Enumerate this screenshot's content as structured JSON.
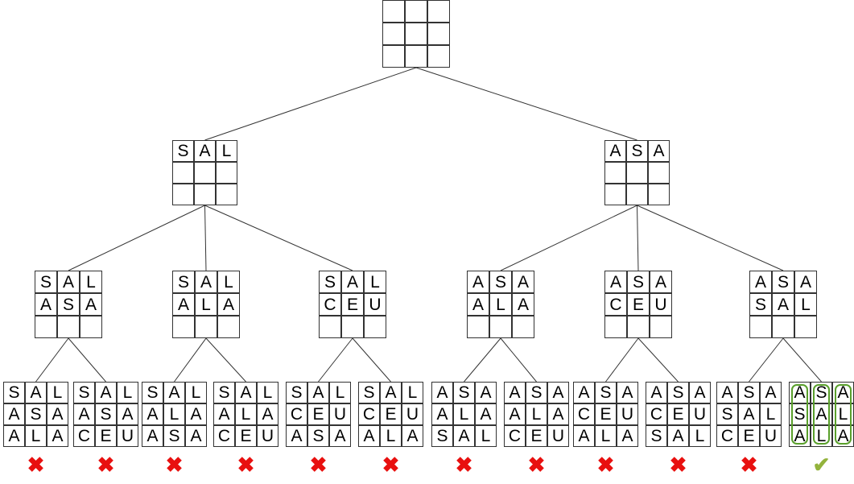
{
  "tree": {
    "root": {
      "rows": [
        [
          "",
          "",
          ""
        ],
        [
          "",
          "",
          ""
        ],
        [
          "",
          "",
          ""
        ]
      ]
    },
    "level1": [
      {
        "rows": [
          [
            "S",
            "A",
            "L"
          ],
          [
            "",
            "",
            ""
          ],
          [
            "",
            "",
            ""
          ]
        ]
      },
      {
        "rows": [
          [
            "A",
            "S",
            "A"
          ],
          [
            "",
            "",
            ""
          ],
          [
            "",
            "",
            ""
          ]
        ]
      }
    ],
    "level2": [
      {
        "rows": [
          [
            "S",
            "A",
            "L"
          ],
          [
            "A",
            "S",
            "A"
          ],
          [
            "",
            "",
            ""
          ]
        ]
      },
      {
        "rows": [
          [
            "S",
            "A",
            "L"
          ],
          [
            "A",
            "L",
            "A"
          ],
          [
            "",
            "",
            ""
          ]
        ]
      },
      {
        "rows": [
          [
            "S",
            "A",
            "L"
          ],
          [
            "C",
            "E",
            "U"
          ],
          [
            "",
            "",
            ""
          ]
        ]
      },
      {
        "rows": [
          [
            "A",
            "S",
            "A"
          ],
          [
            "A",
            "L",
            "A"
          ],
          [
            "",
            "",
            ""
          ]
        ]
      },
      {
        "rows": [
          [
            "A",
            "S",
            "A"
          ],
          [
            "C",
            "E",
            "U"
          ],
          [
            "",
            "",
            ""
          ]
        ]
      },
      {
        "rows": [
          [
            "A",
            "S",
            "A"
          ],
          [
            "S",
            "A",
            "L"
          ],
          [
            "",
            "",
            ""
          ]
        ]
      }
    ],
    "level3": [
      {
        "rows": [
          [
            "S",
            "A",
            "L"
          ],
          [
            "A",
            "S",
            "A"
          ],
          [
            "A",
            "L",
            "A"
          ]
        ],
        "result": "fail"
      },
      {
        "rows": [
          [
            "S",
            "A",
            "L"
          ],
          [
            "A",
            "S",
            "A"
          ],
          [
            "C",
            "E",
            "U"
          ]
        ],
        "result": "fail"
      },
      {
        "rows": [
          [
            "S",
            "A",
            "L"
          ],
          [
            "A",
            "L",
            "A"
          ],
          [
            "A",
            "S",
            "A"
          ]
        ],
        "result": "fail"
      },
      {
        "rows": [
          [
            "S",
            "A",
            "L"
          ],
          [
            "A",
            "L",
            "A"
          ],
          [
            "C",
            "E",
            "U"
          ]
        ],
        "result": "fail"
      },
      {
        "rows": [
          [
            "S",
            "A",
            "L"
          ],
          [
            "C",
            "E",
            "U"
          ],
          [
            "A",
            "S",
            "A"
          ]
        ],
        "result": "fail"
      },
      {
        "rows": [
          [
            "S",
            "A",
            "L"
          ],
          [
            "C",
            "E",
            "U"
          ],
          [
            "A",
            "L",
            "A"
          ]
        ],
        "result": "fail"
      },
      {
        "rows": [
          [
            "A",
            "S",
            "A"
          ],
          [
            "A",
            "L",
            "A"
          ],
          [
            "S",
            "A",
            "L"
          ]
        ],
        "result": "fail"
      },
      {
        "rows": [
          [
            "A",
            "S",
            "A"
          ],
          [
            "A",
            "L",
            "A"
          ],
          [
            "C",
            "E",
            "U"
          ]
        ],
        "result": "fail"
      },
      {
        "rows": [
          [
            "A",
            "S",
            "A"
          ],
          [
            "C",
            "E",
            "U"
          ],
          [
            "A",
            "L",
            "A"
          ]
        ],
        "result": "fail"
      },
      {
        "rows": [
          [
            "A",
            "S",
            "A"
          ],
          [
            "C",
            "E",
            "U"
          ],
          [
            "S",
            "A",
            "L"
          ]
        ],
        "result": "fail"
      },
      {
        "rows": [
          [
            "A",
            "S",
            "A"
          ],
          [
            "S",
            "A",
            "L"
          ],
          [
            "C",
            "E",
            "U"
          ]
        ],
        "result": "fail"
      },
      {
        "rows": [
          [
            "A",
            "S",
            "A"
          ],
          [
            "S",
            "A",
            "L"
          ],
          [
            "A",
            "L",
            "A"
          ]
        ],
        "result": "success"
      }
    ]
  },
  "icons": {
    "fail": "cross-mark-icon",
    "success": "check-mark-icon"
  },
  "colors": {
    "fail": "#e8100f",
    "success": "#93b33c",
    "highlight": "#5aa02c"
  }
}
